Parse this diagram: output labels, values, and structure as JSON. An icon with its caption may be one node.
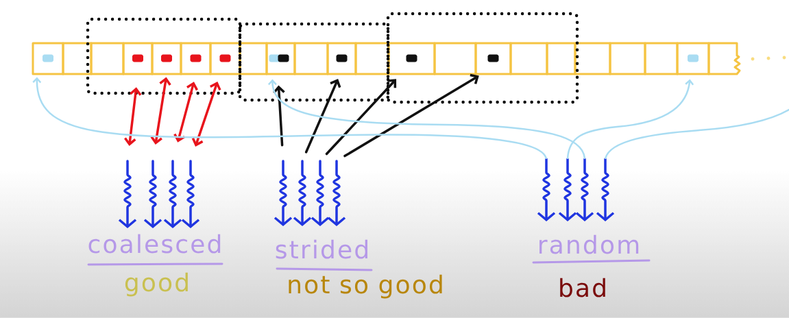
{
  "diagram": {
    "nodes": [
      {
        "text": [],
        "shape": "box"
      },
      {
        "text": [],
        "shape": "box"
      },
      {
        "text": [],
        "shape": "box"
      },
      {
        "text": [],
        "shape": "box"
      },
      {
        "text": [],
        "shape": "box"
      },
      {
        "text": [],
        "shape": "box"
      },
      {
        "text": [],
        "shape": "box"
      },
      {
        "text": [],
        "shape": "box"
      },
      {
        "text": [],
        "shape": "box"
      },
      {
        "text": [],
        "shape": "box"
      },
      {
        "text": [],
        "shape": "box"
      },
      {
        "text": [],
        "shape": "box"
      },
      {
        "text": [],
        "shape": "box"
      },
      {
        "text": [],
        "shape": "box"
      },
      {
        "text": [],
        "shape": "box"
      },
      {
        "text": [],
        "shape": "box"
      },
      {
        "text": [],
        "shape": "box"
      },
      {
        "text": [],
        "shape": "box"
      },
      {
        "text": [],
        "shape": "box"
      },
      {
        "text": [],
        "shape": "box"
      },
      {
        "text": [],
        "shape": "box"
      },
      {
        "text": [],
        "shape": "box"
      },
      {
        "text": [],
        "shape": "squiggle"
      },
      {
        "text": [],
        "shape": "squiggle"
      },
      {
        "text": [],
        "shape": "squiggle"
      },
      {
        "text": [],
        "shape": "squiggle"
      },
      {
        "text": [],
        "shape": "squiggle"
      },
      {
        "text": [],
        "shape": "squiggle"
      },
      {
        "text": [],
        "shape": "squiggle"
      },
      {
        "text": [],
        "shape": "squiggle"
      },
      {
        "text": [],
        "shape": "squiggle"
      },
      {
        "text": [],
        "shape": "squiggle"
      },
      {
        "text": [],
        "shape": "squiggle"
      },
      {
        "text": [],
        "shape": "squiggle"
      }
    ],
    "edges": [
      {
        "from": 22,
        "to": 3,
        "arrow": "both",
        "color": "#e8141c"
      },
      {
        "from": 23,
        "to": 4,
        "arrow": "both",
        "color": "#e8141c"
      },
      {
        "from": 24,
        "to": 5,
        "arrow": "both",
        "color": "#e8141c"
      },
      {
        "from": 25,
        "to": 6,
        "arrow": "both",
        "color": "#e8141c"
      },
      {
        "from": 26,
        "to": 8,
        "arrow": "to",
        "color": "#111111"
      },
      {
        "from": 27,
        "to": 10,
        "arrow": "to",
        "color": "#111111"
      },
      {
        "from": 28,
        "to": 12,
        "arrow": "to",
        "color": "#111111"
      },
      {
        "from": 29,
        "to": 14,
        "arrow": "to",
        "color": "#111111"
      },
      {
        "from": 30,
        "to": 0,
        "arrow": "to",
        "color": "#a9dcf2"
      },
      {
        "from": 31,
        "to": 20,
        "arrow": "to",
        "color": "#a9dcf2"
      },
      {
        "from": 32,
        "to": 8,
        "arrow": "to",
        "color": "#a9dcf2"
      },
      {
        "from": 33,
        "to": null,
        "arrow": "none",
        "color": "#a9dcf2"
      }
    ],
    "labels": [
      "coalesced",
      "strided",
      "random",
      "good",
      "not so good",
      "bad"
    ]
  }
}
